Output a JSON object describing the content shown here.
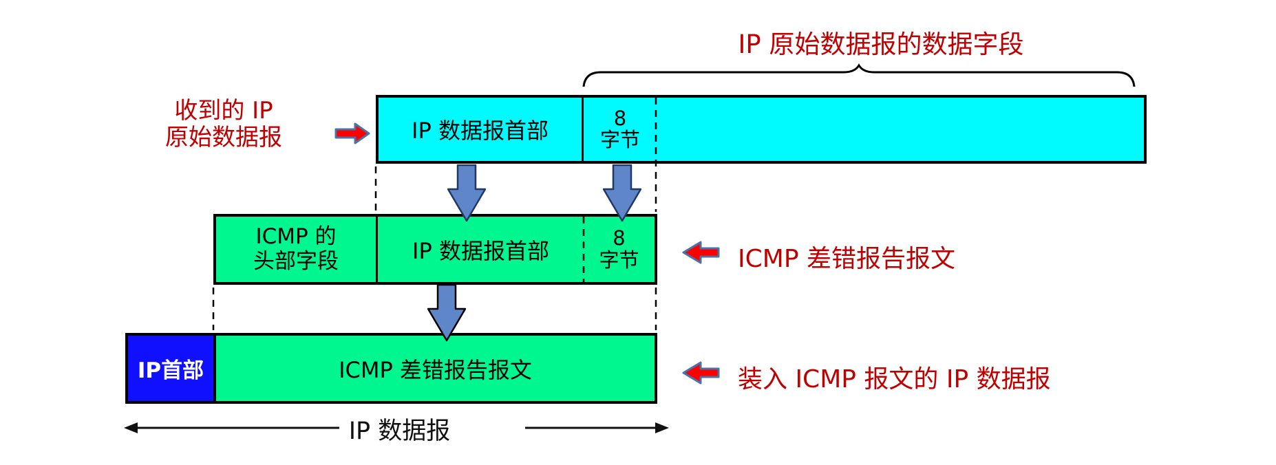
{
  "title": "IP 原始数据报的数据字段",
  "labels": {
    "received": "收到的 IP\n原始数据报",
    "icmp_report": "ICMP 差错报告报文",
    "encapsulated": "装入 ICMP 报文的 IP 数据报",
    "ip_datagram": "IP 数据报"
  },
  "rows": {
    "original_datagram": {
      "header": "IP 数据报首部",
      "first_8_bytes": "8\n字节"
    },
    "icmp_message": {
      "icmp_header": "ICMP 的\n头部字段",
      "ip_header": "IP 数据报首部",
      "first_8_bytes": "8\n字节"
    },
    "ip_encapsulation": {
      "ip_header": "IP首部",
      "icmp_body": "ICMP 差错报告报文"
    }
  },
  "icons": {
    "input_arrow": "arrow-right-icon",
    "copy_arrows": "arrow-down-icon",
    "output_arrows": "arrow-left-icon",
    "span_measure": "double-headed-arrow-icon",
    "brace": "curly-brace-icon"
  },
  "colors": {
    "original_fill": "#00FBFF",
    "icmp_fill": "#00F78F",
    "ip_header_fill": "#1010FF",
    "label_red": "#C00000",
    "arrow_red": "#FF0000",
    "arrow_red_outline": "#4A72A8",
    "arrow_blue": "#5E86C8",
    "arrow_blue_outline": "#1F3864",
    "line_black": "#000000"
  }
}
